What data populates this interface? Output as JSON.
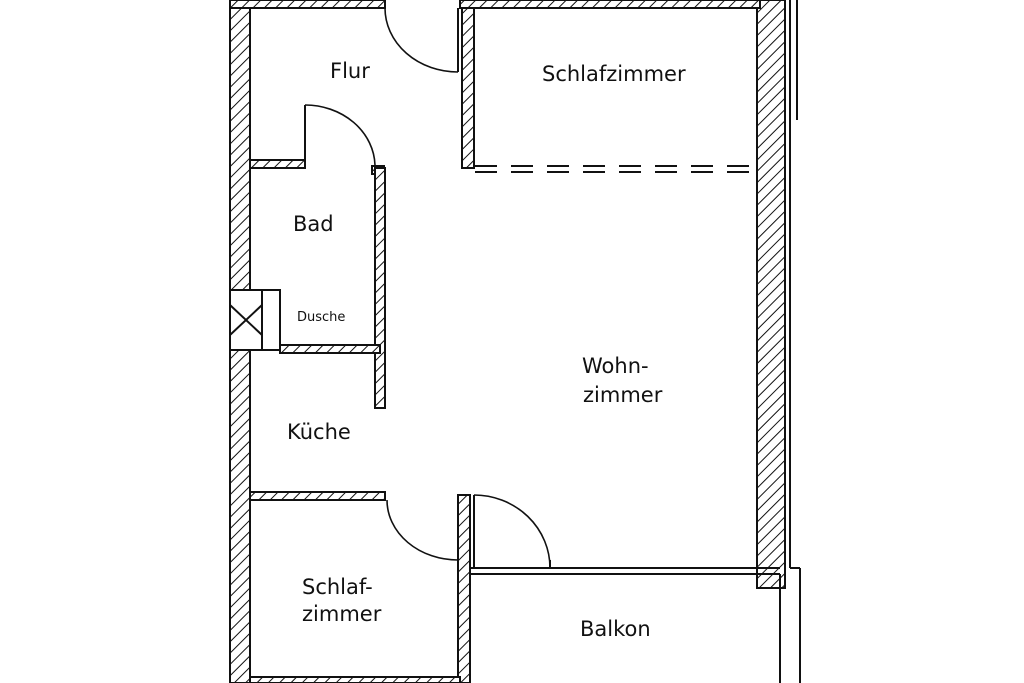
{
  "rooms": {
    "flur": "Flur",
    "schlafzimmer_top": "Schlafzimmer",
    "bad": "Bad",
    "dusche": "Dusche",
    "wohnzimmer_line1": "Wohn-",
    "wohnzimmer_line2": "zimmer",
    "kueche": "Küche",
    "schlafzimmer_bottom_line1": "Schlaf-",
    "schlafzimmer_bottom_line2": "zimmer",
    "balkon": "Balkon"
  }
}
